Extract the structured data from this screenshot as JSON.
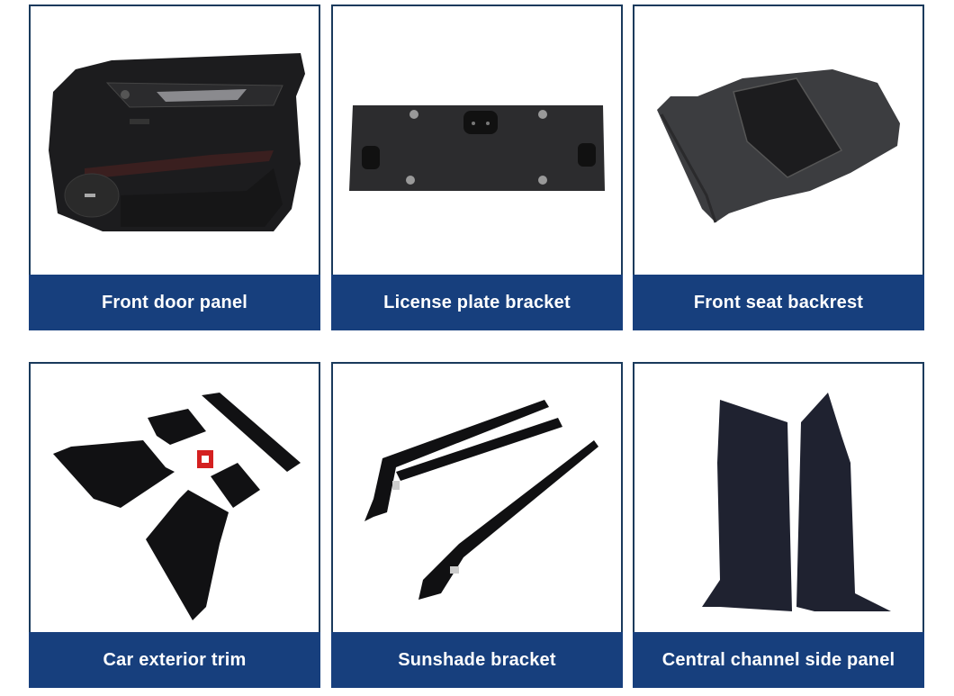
{
  "products": [
    {
      "name": "Front door panel",
      "image": "front-door-panel-photo"
    },
    {
      "name": "License plate bracket",
      "image": "license-plate-bracket-photo"
    },
    {
      "name": "Front seat backrest",
      "image": "front-seat-backrest-photo"
    },
    {
      "name": "Car exterior trim",
      "image": "car-exterior-trim-photo"
    },
    {
      "name": "Sunshade bracket",
      "image": "sunshade-bracket-photo"
    },
    {
      "name": "Central channel side panel",
      "image": "central-channel-side-panel-photo"
    }
  ],
  "colors": {
    "label_background": "#173f7d",
    "label_text": "#ffffff",
    "card_border": "#1a3a5c"
  }
}
